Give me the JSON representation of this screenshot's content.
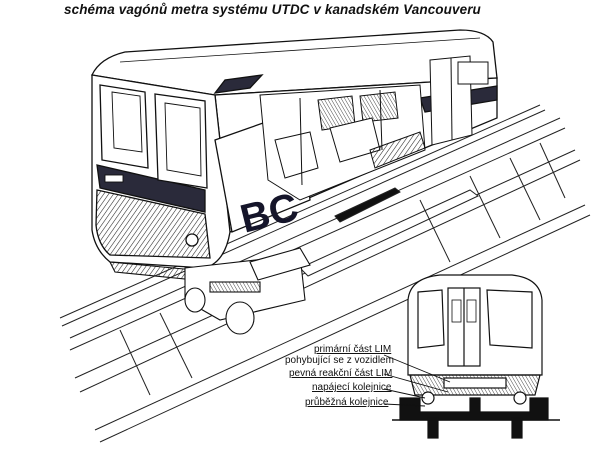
{
  "title": "schéma vagónů metra systému UTDC v kanadském Vancouveru",
  "car_lettering": "BC",
  "labels": {
    "primary_lim": "primární část LIM",
    "moving_with_vehicle": "pohybující se z vozidlem",
    "fixed_reaction_lim": "pevná reakční část LIM",
    "power_rail": "napájecí kolejnice",
    "running_rail": "průběžná kolejnice"
  },
  "colors": {
    "ink": "#111111",
    "stripe": "#2a2a3a",
    "background": "#ffffff"
  }
}
